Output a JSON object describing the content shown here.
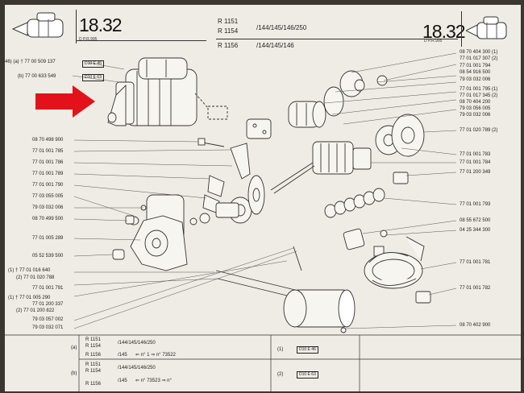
{
  "header": {
    "page_number_left": "18.32",
    "page_ref_left": "D    P.R.995",
    "page_number_right": "18.32",
    "page_ref_right": "D    P.R.995",
    "models": [
      "R 1151",
      "R 1154",
      "R 1156"
    ],
    "model_variants": [
      "/144/145/146/250",
      "/144/145/146"
    ]
  },
  "left_refs": {
    "r0": "46) (a) † 77 00 509 137",
    "r1": "(b) 77 00 633 549",
    "r2": "08 70 498 900",
    "r3": "77 01 001 785",
    "r4": "77 01 001 786",
    "r5": "77 01 001 789",
    "r6": "77 01 001 790",
    "r7": "77 03 055 005",
    "r8": "79 03 032 006",
    "r9": "08 70 499 500",
    "r10": "77 01 005 289",
    "r11": "05 52 539 500",
    "r12": "(1) † 77 01 016 640",
    "r13": "(2) 77 01 020 788",
    "r14": "77 01 001 791",
    "r15": "(1) † 77 01 005 290",
    "r16": "77 01 200 337",
    "r17": "(2) 77 01 200 822",
    "r18": "79 03 057 002",
    "r19": "79 03 032 071"
  },
  "right_refs": {
    "r0": "08 70 404 300 (1)",
    "r1": "77 01 017 307 (2)",
    "r2": "77 01 001 794",
    "r3": "08 54 916 500",
    "r4": "79 03 032 006",
    "r5": "77 01 001 795 (1)",
    "r6": "77 01 017 345 (2)",
    "r7": "08 70 404 200",
    "r8": "79 03 056 005",
    "r9": "79 03 032 006",
    "r10": "77 01 020 789 (2)",
    "r11": "77 01 001 783",
    "r12": "77 01 001 784",
    "r13": "77 01 200 349",
    "r14": "77 01 001 793",
    "r15": "08 55 672 500",
    "r16": "04 25 344 300",
    "r17": "77 01 001 781",
    "r18": "77 01 001 782",
    "r19": "08 70 402 900"
  },
  "boxes": {
    "b1": "D10 E 46",
    "b2": "D10 E 63",
    "b3": "D10 E 46",
    "b4": "D10 E 63"
  },
  "footer": {
    "fa": "(a)",
    "fb": "(b)",
    "f1": "R 1151",
    "f2": "R 1154",
    "f3": "R 1156",
    "f4": "R 1151",
    "f5": "R 1154",
    "f6": "R 1156",
    "f_var1": "/144/145/146/250",
    "f_var2": "/145",
    "f_seq1": "⇐  n°   1  ⇒  n°   73522",
    "f_var3": "/144/145/146/250",
    "f_var4": "/145",
    "f_seq2": "⇐  n°  73523  ⇒  n°",
    "f_tag1": "(1)",
    "f_tag2": "(2)"
  },
  "colors": {
    "paper": "#efece5",
    "ink": "#222222",
    "arrow": "#e3121a",
    "background": "#3b3630"
  },
  "icons": [
    "starter-motor-icon",
    "red-arrow-icon"
  ]
}
